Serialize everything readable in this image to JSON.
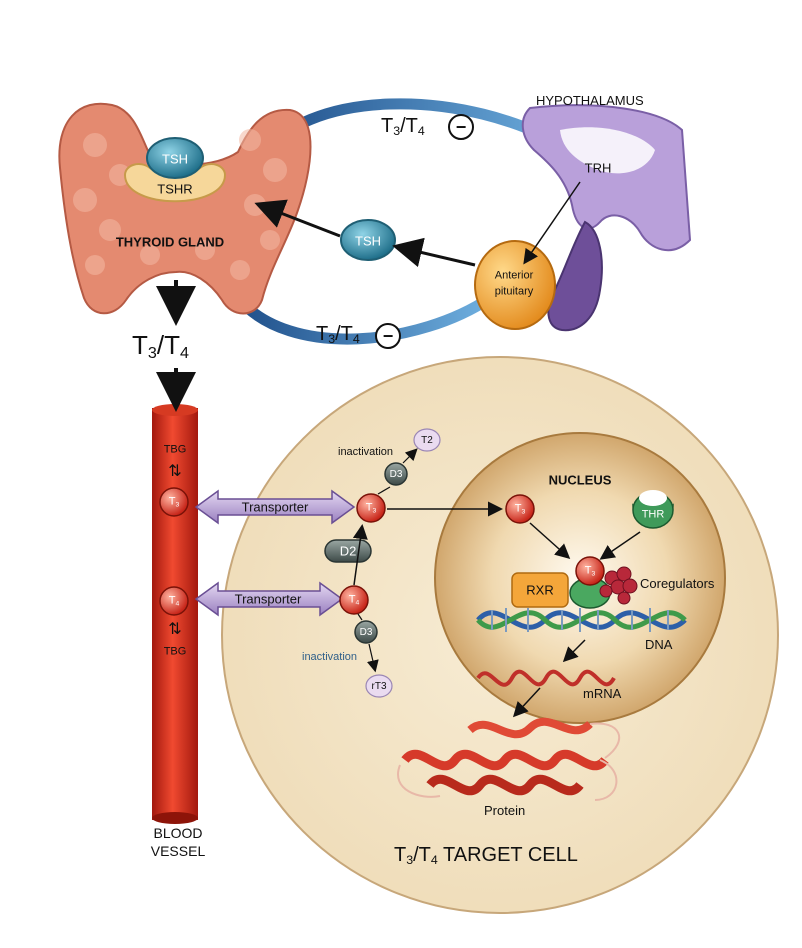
{
  "labels": {
    "hypothalamus": "HYPOTHALAMUS",
    "trh": "TRH",
    "anterior_pituitary_line1": "Anterior",
    "anterior_pituitary_line2": "pituitary",
    "tsh_circulating": "TSH",
    "tsh_receptor_bound": "TSH",
    "tshr": "TSHR",
    "thyroid_gland": "THYROID GLAND",
    "t3t4_top": {
      "a": "T",
      "sub_a": "3",
      "slash": "/T",
      "sub_b": "4"
    },
    "t3t4_bottom": {
      "a": "T",
      "sub_a": "3",
      "slash": "/T",
      "sub_b": "4"
    },
    "t3t4_main": {
      "a": "T",
      "sub_a": "3",
      "slash": "/T",
      "sub_b": "4"
    },
    "negative_sign": "−",
    "tbg_upper": "TBG",
    "tbg_lower": "TBG",
    "equilibrium": "⇅",
    "blood_vessel_line1": "BLOOD",
    "blood_vessel_line2": "VESSEL",
    "transporter_upper": "Transporter",
    "transporter_lower": "Transporter",
    "vessel_t3": {
      "a": "T",
      "sub": "3"
    },
    "vessel_t4": {
      "a": "T",
      "sub": "4"
    },
    "cell_t3": {
      "a": "T",
      "sub": "3"
    },
    "cell_t4": {
      "a": "T",
      "sub": "4"
    },
    "d2": "D2",
    "d3_upper": "D3",
    "d3_lower": "D3",
    "t2": "T2",
    "rt3": "rT3",
    "inactivation_upper": "inactivation",
    "inactivation_lower": "inactivation",
    "nucleus": "NUCLEUS",
    "nucleus_t3_entering": {
      "a": "T",
      "sub": "3"
    },
    "nucleus_t3_bound": {
      "a": "T",
      "sub": "3"
    },
    "thr": "THR",
    "rxr": "RXR",
    "coregulators": "Coregulators",
    "dna": "DNA",
    "mrna": "mRNA",
    "protein": "Protein",
    "target_cell": {
      "a": "T",
      "sub_a": "3",
      "slash": "/T",
      "sub_b": "4",
      "rest": " TARGET CELL"
    }
  },
  "colors": {
    "vessel_red": "#e0301e",
    "thyroid_salmon": "#e98c74",
    "cell_beige": "#f3e3c3",
    "nucleus_tan": "#d9b583",
    "tsh_teal": "#2b8fa8",
    "feedback_arrow_blue": "#2f6fb0",
    "hypothalamus_purple": "#8a6fb5",
    "pituitary_orange": "#f2a93a",
    "transporter_purple": "#b29bd0",
    "protein_red": "#cc2a1e",
    "coregulator_red": "#b8283a"
  }
}
